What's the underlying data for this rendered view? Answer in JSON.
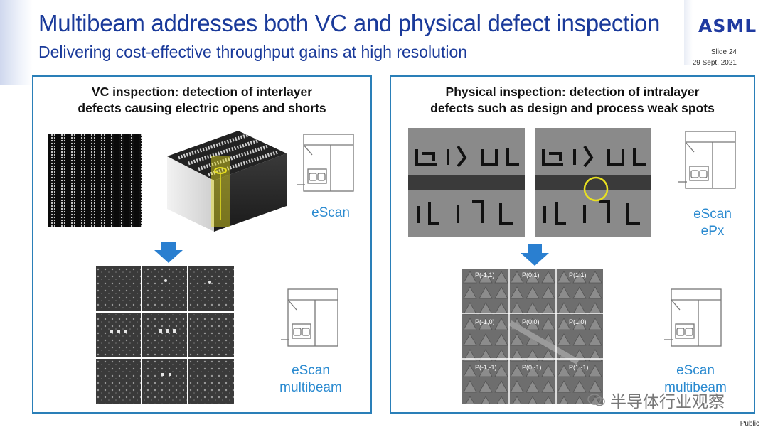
{
  "header": {
    "title": "Multibeam addresses both VC and physical defect inspection",
    "subtitle": "Delivering cost-effective throughput gains at high resolution",
    "logo_text": "ASML",
    "slide_number": "Slide 24",
    "date": "29 Sept. 2021"
  },
  "left_panel": {
    "heading_line1": "VC inspection: detection of interlayer",
    "heading_line2": "defects causing electric opens and shorts",
    "tool_top": "eScan",
    "tool_bottom_line1": "eScan",
    "tool_bottom_line2": "multibeam"
  },
  "right_panel": {
    "heading_line1": "Physical inspection: detection of intralayer",
    "heading_line2": "defects such as design and process weak spots",
    "tool_top_line1": "eScan",
    "tool_top_line2": "ePx",
    "tool_bottom_line1": "eScan",
    "tool_bottom_line2": "multibeam",
    "grid_labels": [
      "P(-1,1)",
      "P(0,1)",
      "P(1,1)",
      "P(-1,0)",
      "P(0,0)",
      "P(1,0)",
      "P(-1,-1)",
      "P(0,-1)",
      "P(1,-1)"
    ]
  },
  "footer": {
    "classification": "Public",
    "watermark": "半导体行业观察"
  },
  "colors": {
    "title_blue": "#1a3a9a",
    "panel_border": "#2a7fb8",
    "tool_label_blue": "#2a8ad0",
    "arrow_blue": "#2a7fd0",
    "highlight_yellow": "#e8e020"
  }
}
